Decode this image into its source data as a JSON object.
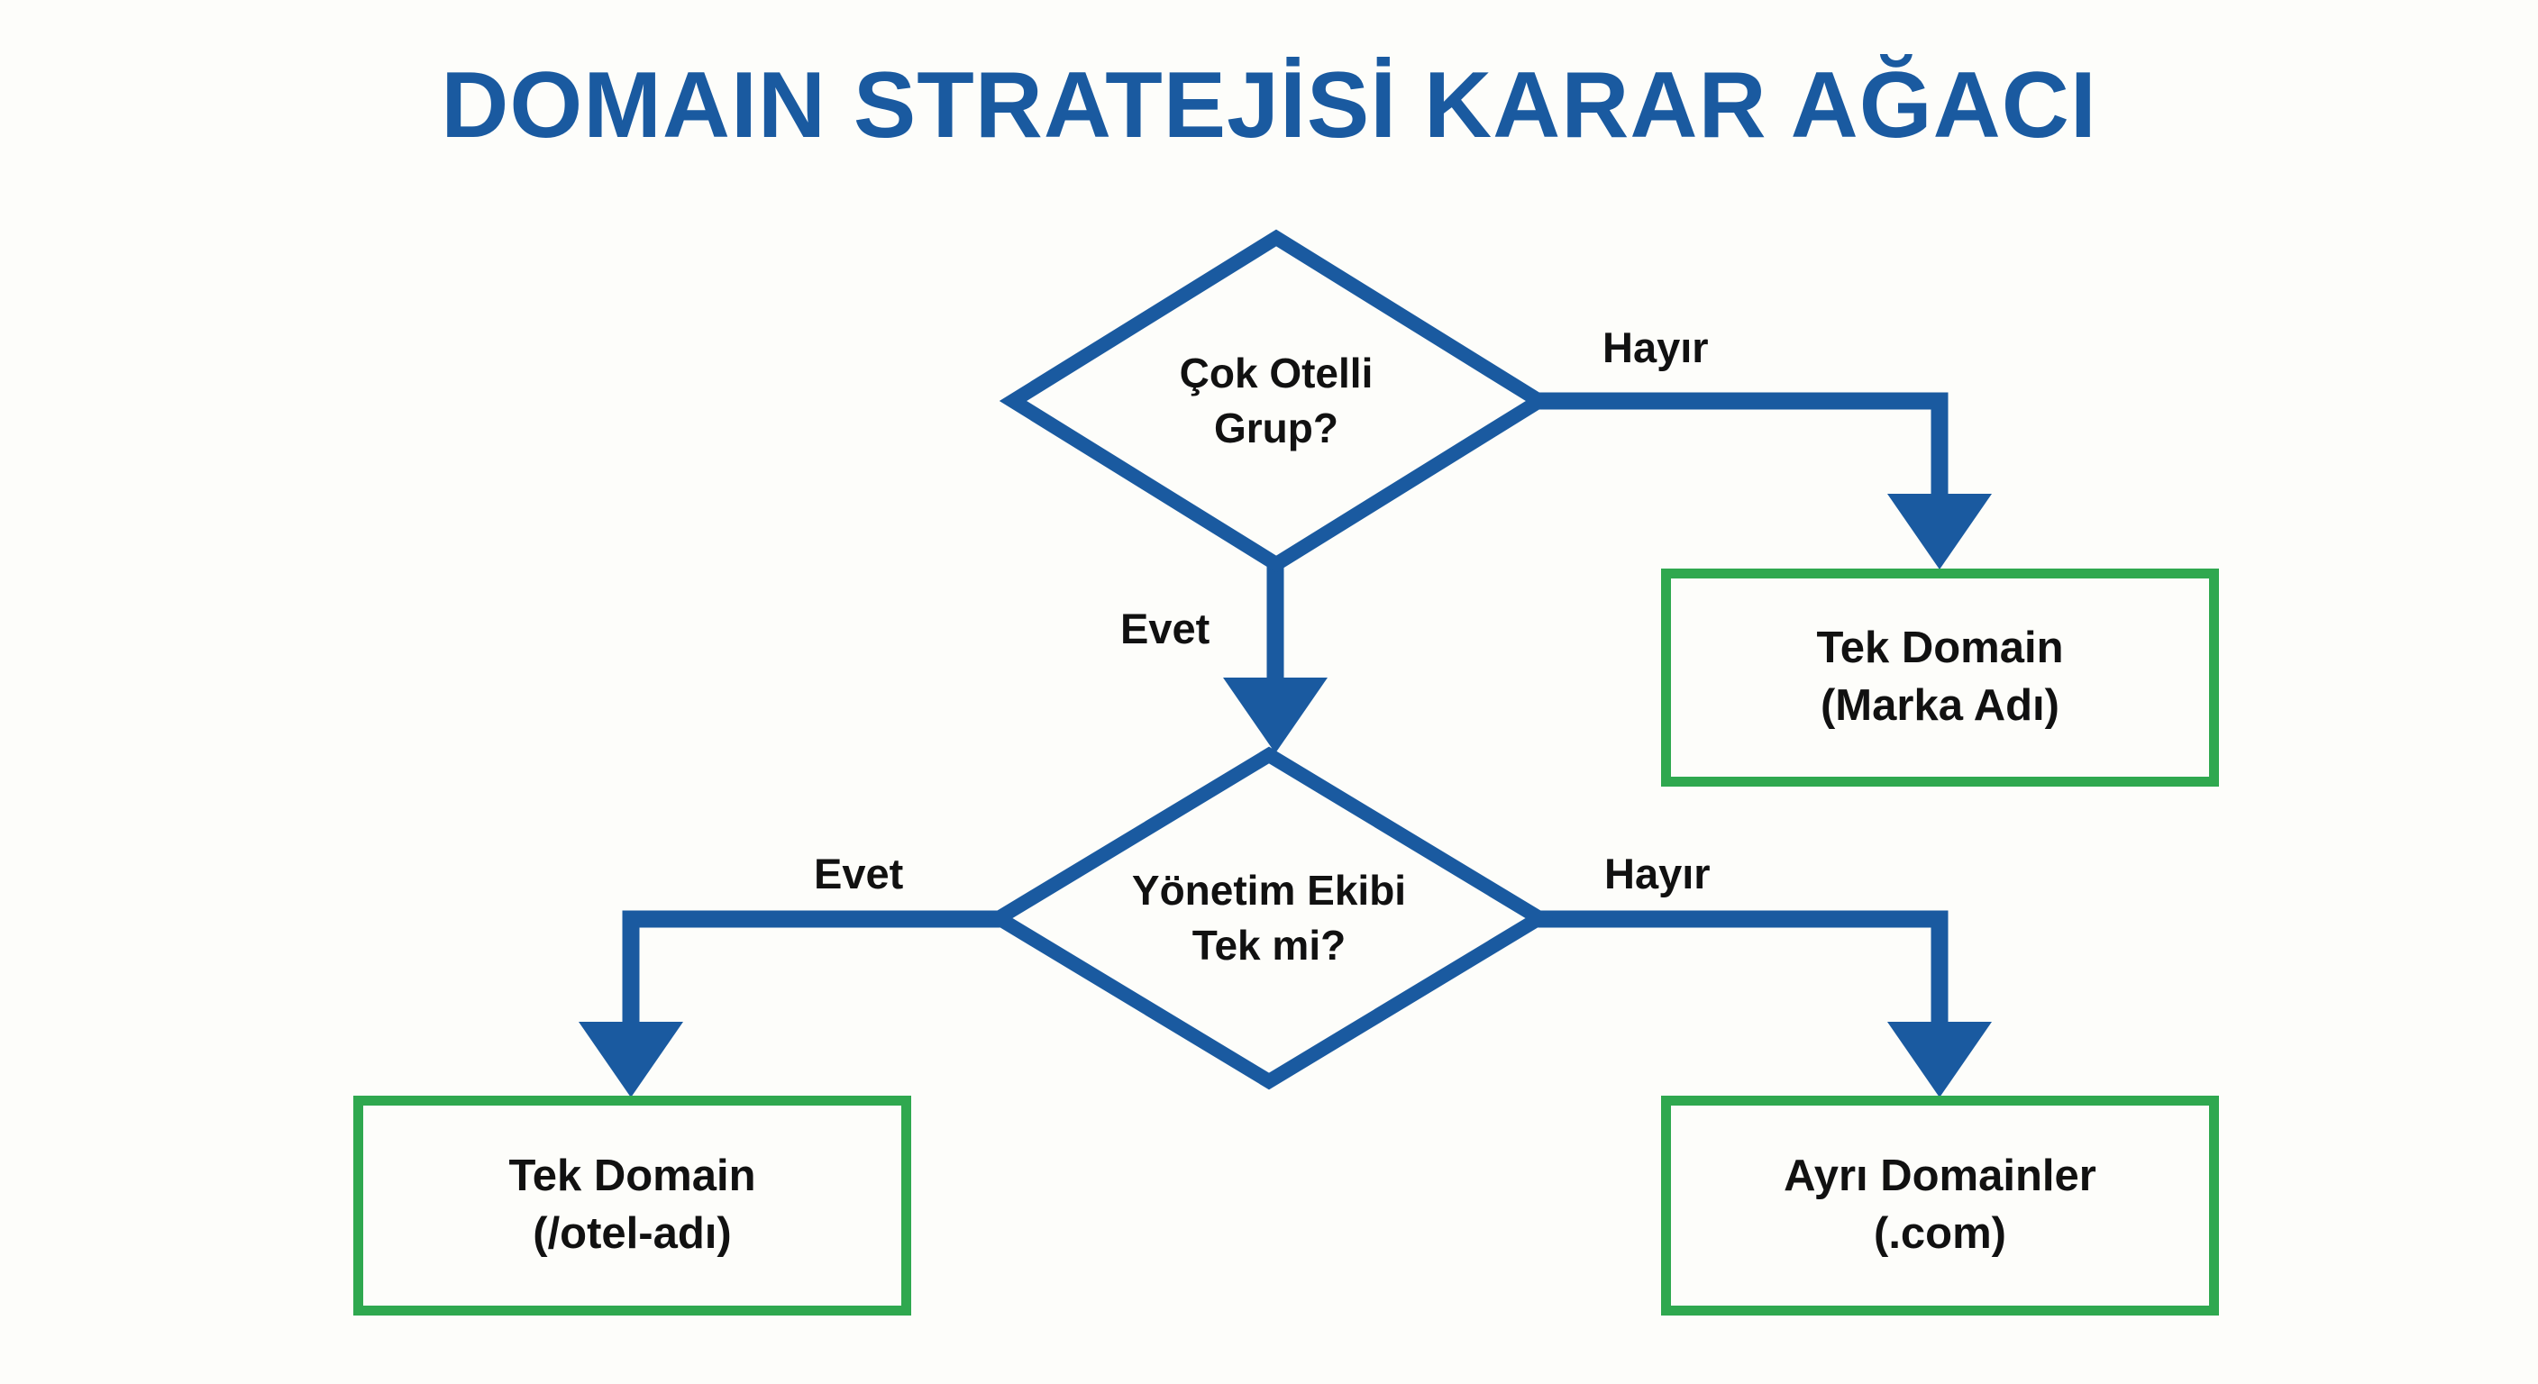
{
  "diagram": {
    "title": "DOMAIN STRATEJİSİ KARAR AĞACI",
    "type": "flowchart-decision-tree",
    "language": "tr",
    "colors": {
      "title": "#1a5aa0",
      "decision_outline": "#1a5aa0",
      "connector": "#1a5aa0",
      "outcome_outline": "#2fa84f",
      "text": "#111111",
      "background": "#fdfdfa"
    },
    "nodes": {
      "decision_1": {
        "shape": "diamond",
        "line1": "Çok Otelli",
        "line2": "Grup?"
      },
      "decision_2": {
        "shape": "diamond",
        "line1": "Yönetim Ekibi",
        "line2": "Tek mi?"
      },
      "outcome_1": {
        "shape": "rectangle",
        "line1": "Tek Domain",
        "line2": "(Marka Adı)"
      },
      "outcome_2": {
        "shape": "rectangle",
        "line1": "Tek Domain",
        "line2": "(/otel-adı)"
      },
      "outcome_3": {
        "shape": "rectangle",
        "line1": "Ayrı Domainler",
        "line2": "(.com)"
      }
    },
    "edges": {
      "d1_no": {
        "label": "Hayır",
        "from": "decision_1",
        "to": "outcome_1"
      },
      "d1_yes": {
        "label": "Evet",
        "from": "decision_1",
        "to": "decision_2"
      },
      "d2_yes": {
        "label": "Evet",
        "from": "decision_2",
        "to": "outcome_2"
      },
      "d2_no": {
        "label": "Hayır",
        "from": "decision_2",
        "to": "outcome_3"
      }
    }
  }
}
